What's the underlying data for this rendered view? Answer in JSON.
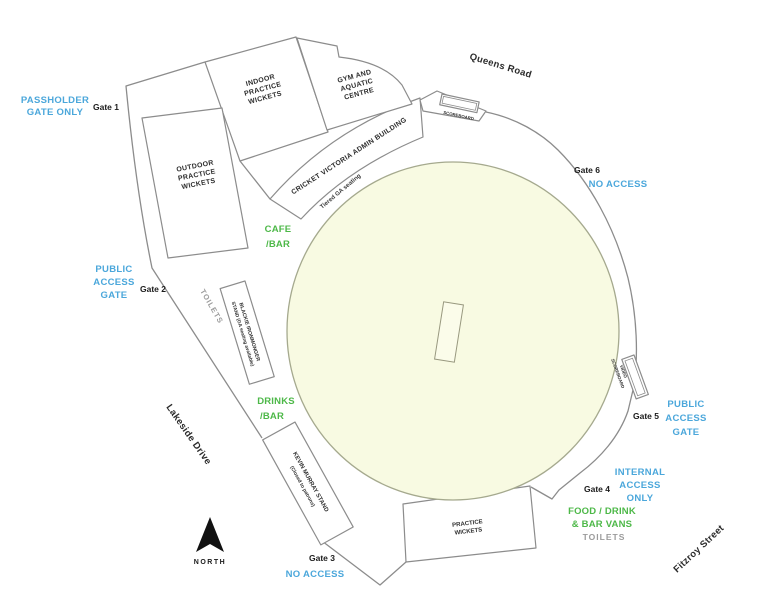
{
  "roads": {
    "queens_road": "Queens Road",
    "lakeside_drive": "Lakeside Drive",
    "fitzroy_street": "Fitzroy Street"
  },
  "gates": {
    "gate1": {
      "name": "Gate 1",
      "note": [
        "PASSHOLDER",
        "GATE ONLY"
      ]
    },
    "gate2": {
      "name": "Gate 2",
      "note": [
        "PUBLIC",
        "ACCESS",
        "GATE"
      ]
    },
    "gate3": {
      "name": "Gate 3",
      "note": [
        "NO ACCESS"
      ]
    },
    "gate4": {
      "name": "Gate 4",
      "note": [
        "INTERNAL",
        "ACCESS",
        "ONLY"
      ]
    },
    "gate5": {
      "name": "Gate 5",
      "note": [
        "PUBLIC",
        "ACCESS",
        "GATE"
      ]
    },
    "gate6": {
      "name": "Gate 6",
      "note": [
        "NO ACCESS"
      ]
    }
  },
  "buildings": {
    "indoor_practice_wickets": [
      "INDOOR",
      "PRACTICE",
      "WICKETS"
    ],
    "gym_aquatic_centre": [
      "GYM AND",
      "AQUATIC",
      "CENTRE"
    ],
    "outdoor_practice_wickets": [
      "OUTDOOR",
      "PRACTICE",
      "WICKETS"
    ],
    "cricket_victoria_admin": "CRICKET VICTORIA ADMIN BUILDING",
    "scoreboard": "SCOREBOARD",
    "video_scoreboard": [
      "VIDEO",
      "SCOREBOARD"
    ],
    "blackie_stand": [
      "BLACKIE IRONMONGER",
      "STAND (GA seating available)"
    ],
    "kevin_murray_stand": [
      "KEVIN MURRAY STAND",
      "(Closed to patrons)"
    ],
    "practice_wickets": [
      "PRACTICE",
      "WICKETS"
    ]
  },
  "areas": {
    "tiered_seating": "Tiered GA seating",
    "cafe_bar": [
      "CAFE",
      "/BAR"
    ],
    "drinks_bar": [
      "DRINKS",
      "/BAR"
    ],
    "food_vans": [
      "FOOD / DRINK",
      "& BAR VANS"
    ],
    "toilets_west": "TOILETS",
    "toilets_south": "TOILETS"
  },
  "compass": {
    "label": "NORTH"
  },
  "colors": {
    "access_blue": "#4ba7db",
    "amenity_green": "#4db848",
    "toilets_gray": "#9b9b9b",
    "field_fill": "#f8fae2",
    "outline_gray": "#8c8c8c",
    "text_black": "#1b1b1b"
  }
}
